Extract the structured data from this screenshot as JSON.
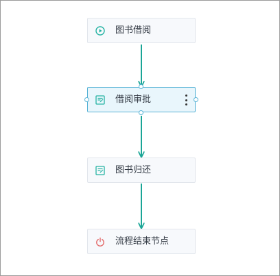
{
  "diagram": {
    "nodes": [
      {
        "id": "start",
        "label": "图书借阅",
        "icon": "play-circle-icon",
        "selected": false
      },
      {
        "id": "approve",
        "label": "借阅审批",
        "icon": "form-edit-icon",
        "selected": true
      },
      {
        "id": "return",
        "label": "图书归还",
        "icon": "form-edit-icon",
        "selected": false
      },
      {
        "id": "end",
        "label": "流程结束节点",
        "icon": "power-icon",
        "selected": false
      }
    ],
    "edges": [
      {
        "from": "start",
        "to": "approve"
      },
      {
        "from": "approve",
        "to": "return"
      },
      {
        "from": "return",
        "to": "end"
      }
    ],
    "colors": {
      "edge": "#1aa596",
      "node_icon_teal": "#25b3a3",
      "end_icon_red": "#e36a6a",
      "selected_border": "#58b3d6"
    }
  }
}
